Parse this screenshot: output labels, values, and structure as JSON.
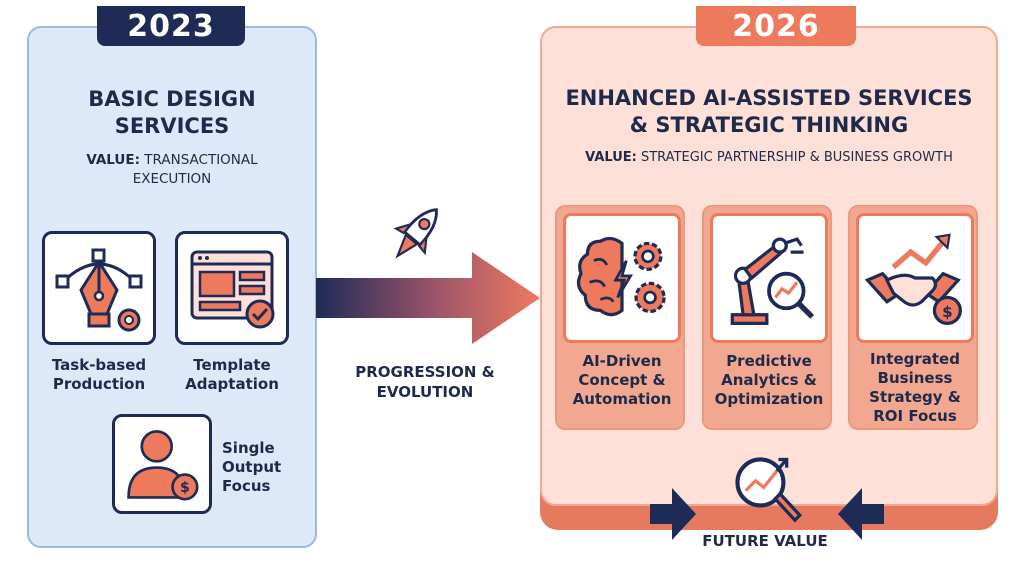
{
  "left": {
    "year": "2023",
    "title_lines": [
      "BASIC DESIGN",
      "SERVICES"
    ],
    "value_key": "VALUE:",
    "value_lines": [
      "TRANSACTIONAL",
      "EXECUTION"
    ],
    "items": [
      {
        "label_lines": [
          "Task-based",
          "Production"
        ],
        "icon": "pen-tool-icon"
      },
      {
        "label_lines": [
          "Template",
          "Adaptation"
        ],
        "icon": "template-icon"
      },
      {
        "label_lines": [
          "Single",
          "Output",
          "Focus"
        ],
        "icon": "person-dollar-icon"
      }
    ]
  },
  "middle": {
    "label_lines": [
      "PROGRESSION &",
      "EVOLUTION"
    ],
    "icon": "rocket-icon"
  },
  "right": {
    "year": "2026",
    "title_lines": [
      "ENHANCED AI-ASSISTED SERVICES",
      "& STRATEGIC THINKING"
    ],
    "value_key": "VALUE:",
    "value_text": "STRATEGIC PARTNERSHIP & BUSINESS GROWTH",
    "cards": [
      {
        "label_lines": [
          "AI-Driven",
          "Concept &",
          "Automation"
        ],
        "icon": "brain-gears-icon"
      },
      {
        "label_lines": [
          "Predictive",
          "Analytics &",
          "Optimization"
        ],
        "icon": "robot-arm-icon"
      },
      {
        "label_lines": [
          "Integrated",
          "Business",
          "Strategy &",
          "ROI Focus"
        ],
        "icon": "handshake-growth-icon"
      }
    ],
    "footer_label": "FUTURE VALUE",
    "footer_icon": "magnifier-trend-icon"
  },
  "colors": {
    "navy": "#1e2b57",
    "coral": "#ee7a5e",
    "left_bg": "#dde8f8",
    "right_bg": "#fde1d8"
  }
}
